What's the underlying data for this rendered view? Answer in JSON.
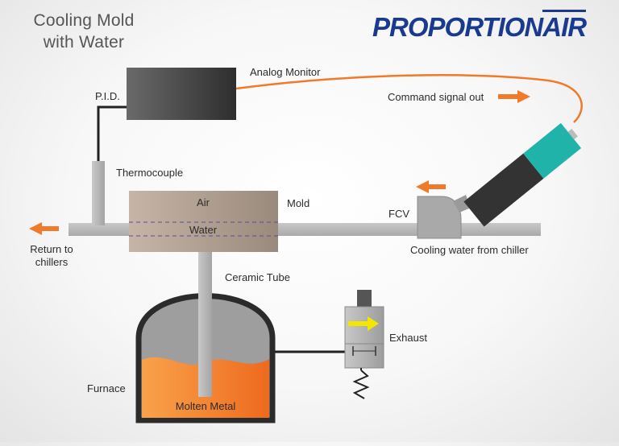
{
  "title": {
    "line1": "Cooling Mold",
    "line2": "with Water"
  },
  "logo": {
    "part1": "PROPORTION",
    "part2": "AIR"
  },
  "labels": {
    "analog_monitor": "Analog Monitor",
    "pid": "P.I.D.",
    "command_signal": "Command signal out",
    "thermocouple": "Thermocouple",
    "mold": "Mold",
    "air": "Air",
    "water": "Water",
    "fcv": "FCV",
    "return_line1": "Return to",
    "return_line2": "chillers",
    "cooling_water": "Cooling water from chiller",
    "ceramic_tube": "Ceramic Tube",
    "exhaust": "Exhaust",
    "furnace": "Furnace",
    "molten_metal": "Molten Metal"
  },
  "colors": {
    "signal_orange": "#f07a2a",
    "logo_blue": "#1a3a8f",
    "actuator_teal": "#1fb3aa",
    "exhaust_arrow": "#f5e600",
    "molten_metal": "#f47a20"
  },
  "icons": [
    "arrow-left-icon",
    "arrow-right-icon",
    "spring-icon"
  ]
}
